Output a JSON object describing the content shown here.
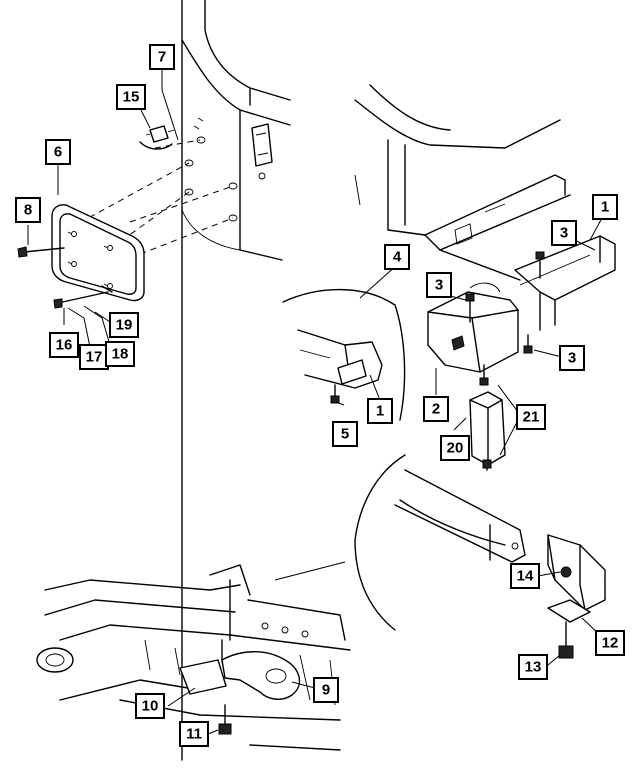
{
  "colors": {
    "line": "#000000",
    "background": "#ffffff"
  },
  "callouts": [
    {
      "id": "callout-1-frame",
      "label": "1"
    },
    {
      "id": "callout-1-detail",
      "label": "1"
    },
    {
      "id": "callout-2",
      "label": "2"
    },
    {
      "id": "callout-3-top",
      "label": "3"
    },
    {
      "id": "callout-3-left",
      "label": "3"
    },
    {
      "id": "callout-3-right",
      "label": "3"
    },
    {
      "id": "callout-4",
      "label": "4"
    },
    {
      "id": "callout-5",
      "label": "5"
    },
    {
      "id": "callout-6",
      "label": "6"
    },
    {
      "id": "callout-7",
      "label": "7"
    },
    {
      "id": "callout-8",
      "label": "8"
    },
    {
      "id": "callout-9",
      "label": "9"
    },
    {
      "id": "callout-10",
      "label": "10"
    },
    {
      "id": "callout-11",
      "label": "11"
    },
    {
      "id": "callout-12",
      "label": "12"
    },
    {
      "id": "callout-13",
      "label": "13"
    },
    {
      "id": "callout-14",
      "label": "14"
    },
    {
      "id": "callout-15",
      "label": "15"
    },
    {
      "id": "callout-16",
      "label": "16"
    },
    {
      "id": "callout-17",
      "label": "17"
    },
    {
      "id": "callout-18",
      "label": "18"
    },
    {
      "id": "callout-19",
      "label": "19"
    },
    {
      "id": "callout-20",
      "label": "20"
    },
    {
      "id": "callout-21",
      "label": "21"
    }
  ]
}
